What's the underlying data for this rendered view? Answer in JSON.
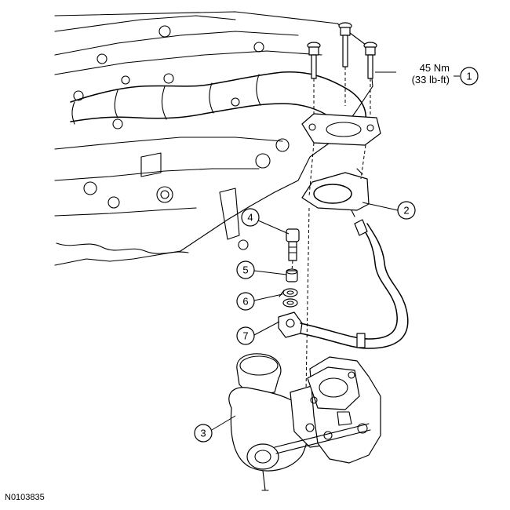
{
  "figure_id": "N0103835",
  "torque_spec": {
    "metric": "45 Nm",
    "imperial": "(33 lb-ft)"
  },
  "callouts": [
    {
      "number": "1"
    },
    {
      "number": "2"
    },
    {
      "number": "3"
    },
    {
      "number": "4"
    },
    {
      "number": "5"
    },
    {
      "number": "6"
    },
    {
      "number": "7"
    }
  ]
}
